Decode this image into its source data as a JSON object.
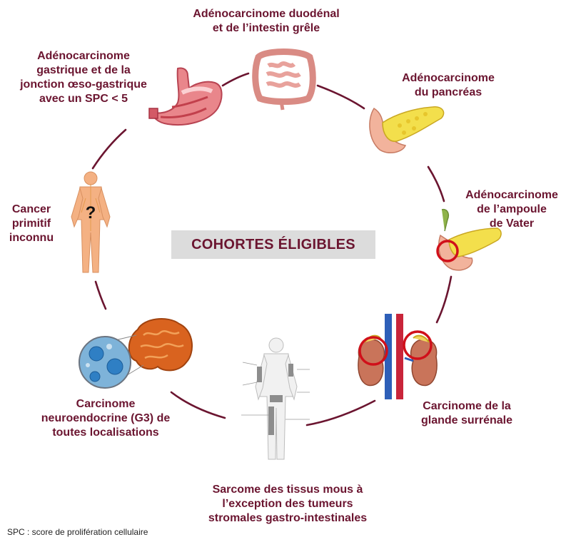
{
  "title": "COHORTES ÉLIGIBLES",
  "cohorts": {
    "duodenal": "Adénocarcinome duodénal\net de l’intestin grêle",
    "gastric": "Adénocarcinome\ngastrique et de la\njonction œso-gastrique\navec un SPC < 5",
    "pancreas": "Adénocarcinome\ndu pancréas",
    "vater": "Adénocarcinome\nde l’ampoule\nde Vater",
    "unknown_primary": "Cancer\nprimitif\ninconnu",
    "adrenal": "Carcinome de la\nglande surrénale",
    "neuroendocrine": "Carcinome\nneuroendocrine (G3) de\ntoutes localisations",
    "sarcoma": "Sarcome des tissus mous à\nl’exception des tumeurs\nstromales gastro-intestinales"
  },
  "unknown_mark": "?",
  "footnote": "SPC : score de prolifération cellulaire",
  "colors": {
    "ring": "#6b1530",
    "label": "#6b1530",
    "title_bg": "#dcdcdc",
    "highlight_circle": "#d0101a"
  },
  "icons": {
    "gastric": "stomach-illustration",
    "duodenal": "intestine-illustration",
    "pancreas": "pancreas-illustration",
    "vater": "ampulla-illustration",
    "adrenal": "adrenal-kidney-illustration",
    "sarcoma": "soft-tissue-body-illustration",
    "neuroendocrine": "brain-cells-illustration",
    "unknown_primary": "human-body-illustration"
  }
}
